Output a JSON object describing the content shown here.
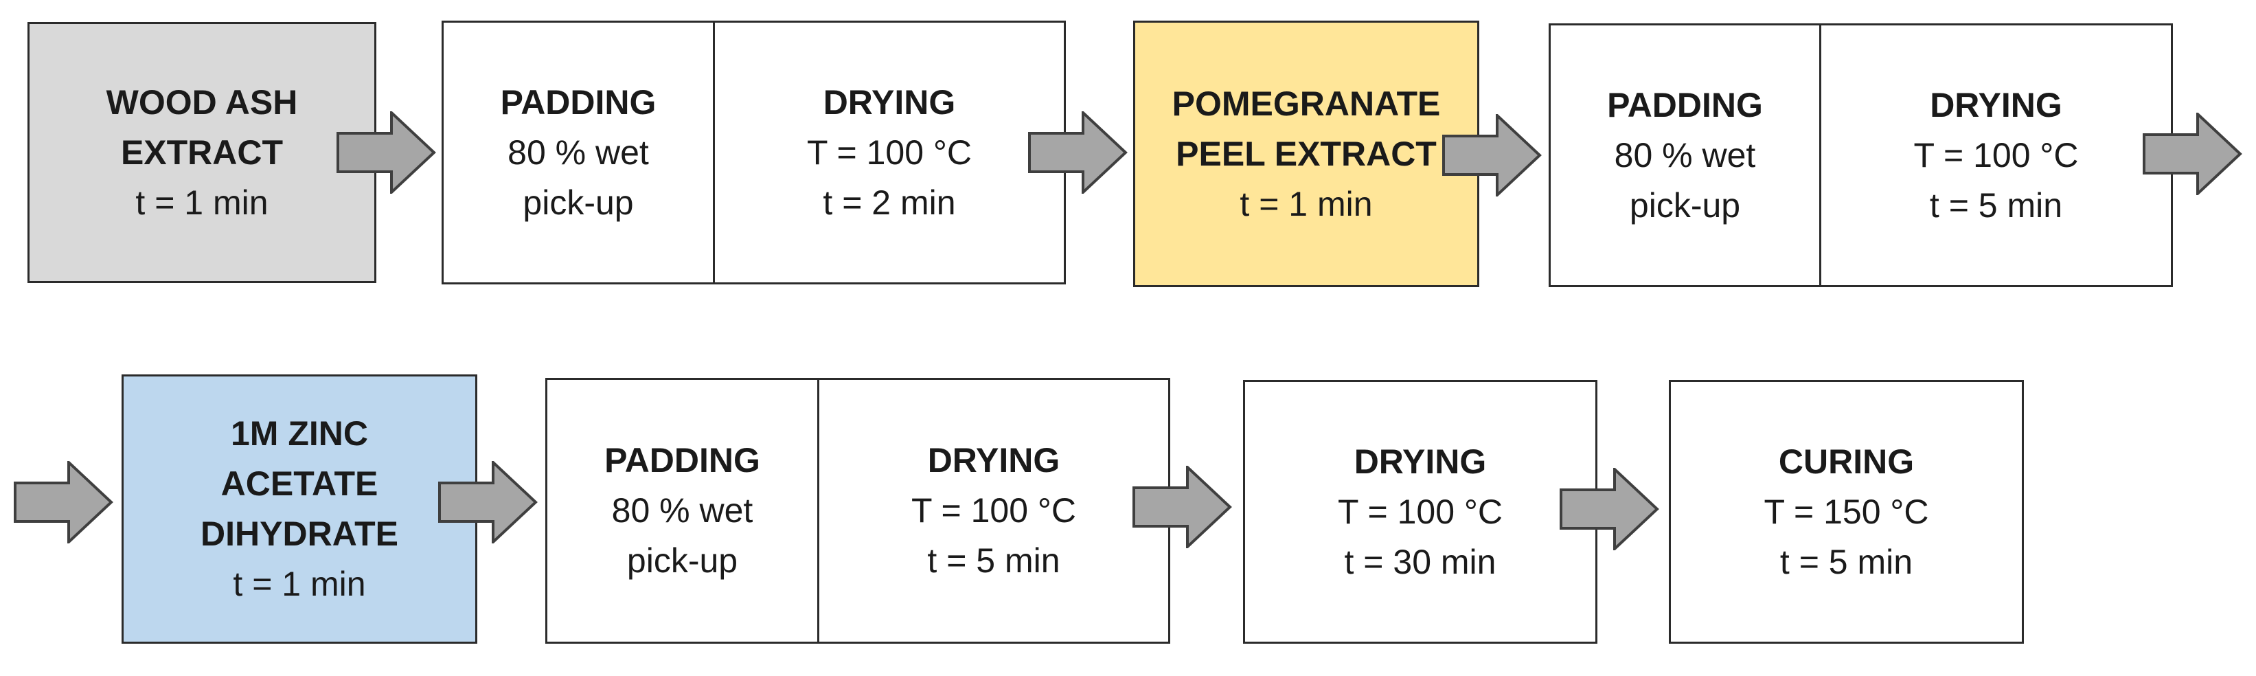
{
  "row1": {
    "wood_ash": {
      "title_line1": "WOOD ASH",
      "title_line2": "EXTRACT",
      "time": "t = 1 min"
    },
    "padding1": {
      "title": "PADDING",
      "line1": "80 % wet",
      "line2": "pick-up"
    },
    "drying1": {
      "title": "DRYING",
      "temp": "T = 100 °C",
      "time": "t = 2 min"
    },
    "pomegranate": {
      "title_line1": "POMEGRANATE",
      "title_line2": "PEEL EXTRACT",
      "time": "t = 1 min"
    },
    "padding2": {
      "title": "PADDING",
      "line1": "80 % wet",
      "line2": "pick-up"
    },
    "drying2": {
      "title": "DRYING",
      "temp": "T = 100 °C",
      "time": "t = 5 min"
    }
  },
  "row2": {
    "zinc": {
      "title_line1": "1M ZINC",
      "title_line2": "ACETATE",
      "title_line3": "DIHYDRATE",
      "time": "t = 1 min"
    },
    "padding3": {
      "title": "PADDING",
      "line1": "80 % wet",
      "line2": "pick-up"
    },
    "drying3": {
      "title": "DRYING",
      "temp": "T = 100 °C",
      "time": "t = 5 min"
    },
    "drying4": {
      "title": "DRYING",
      "temp": "T = 100 °C",
      "time": "t = 30 min"
    },
    "curing": {
      "title": "CURING",
      "temp": "T = 150 °C",
      "time": "t = 5 min"
    }
  },
  "colors": {
    "wood_ash_fill": "#d9d9d9",
    "pomegranate_fill": "#ffe699",
    "zinc_fill": "#bdd7ee",
    "arrow_fill": "#a6a6a6",
    "arrow_stroke": "#3f3f3f",
    "border": "#2b2b2b"
  },
  "icons": {
    "flow_arrow": "right-arrow-icon"
  }
}
